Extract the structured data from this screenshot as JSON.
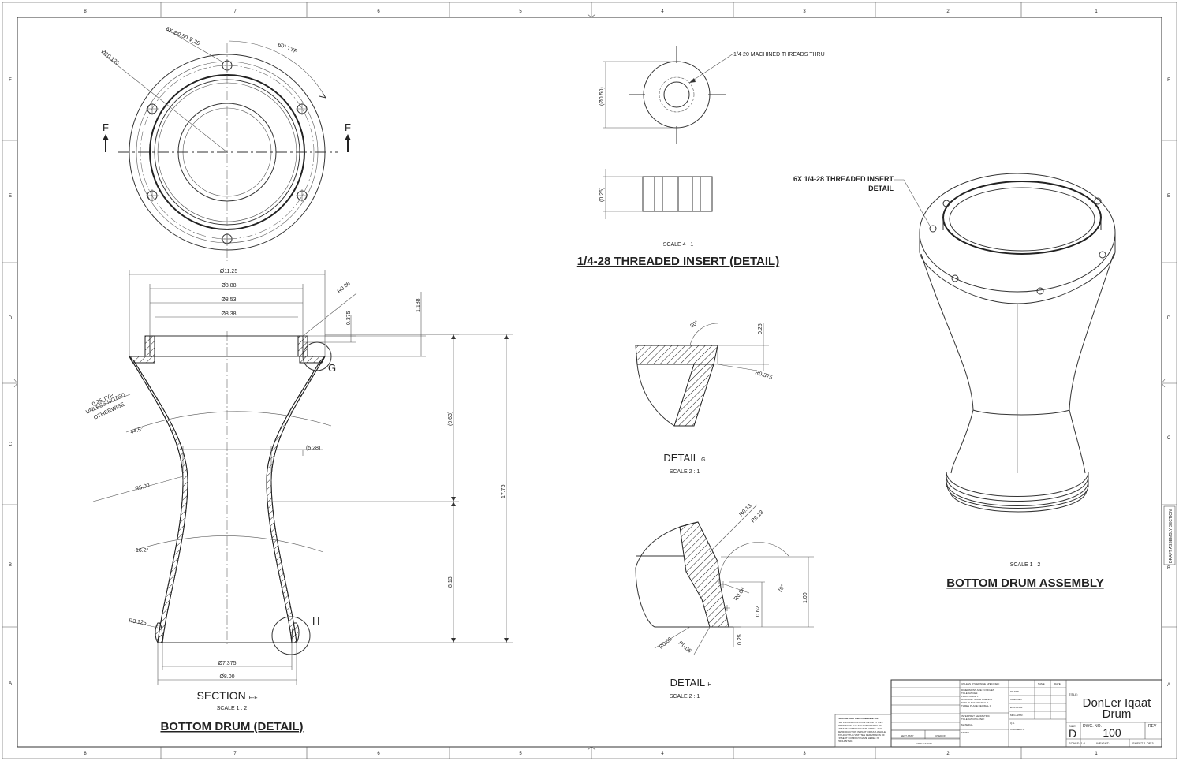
{
  "zones": {
    "top": [
      "8",
      "7",
      "6",
      "5",
      "4",
      "3",
      "2",
      "1"
    ],
    "side": [
      "F",
      "E",
      "D",
      "C",
      "B",
      "A"
    ]
  },
  "top_view": {
    "holes_note": "6X Ø0.50 ⊽.25",
    "outer_dia": "Ø10.125",
    "angle": "60° TYP",
    "section_letter": "F"
  },
  "section": {
    "dims": [
      "Ø11.25",
      "Ø8.88",
      "Ø8.53",
      "Ø8.38",
      "R0.06",
      "0.375",
      "1.188",
      "(9.63)",
      "17.75",
      "(5.28)",
      "8.13",
      "Ø7.375",
      "Ø8.00"
    ],
    "notes": [
      "0.25 TYP",
      "UNLESS NOTED",
      "OTHERWISE",
      "44.5°",
      "R5.00",
      "16.2°",
      "R3.125"
    ],
    "detail_g": "G",
    "detail_h": "H",
    "label": "SECTION",
    "label_suffix": "F-F",
    "scale": "SCALE 1 : 2",
    "title": "BOTTOM DRUM (DETAIL)"
  },
  "insert": {
    "thread_note": "1/4-20 MACHINED THREADS THRU",
    "dia": "(Ø0.50)",
    "height": "(0.25)",
    "scale": "SCALE 4 : 1",
    "title": "1/4-28 THREADED INSERT (DETAIL)"
  },
  "detail_g": {
    "dims": [
      "30°",
      "0.25",
      "R0.375"
    ],
    "label": "DETAIL",
    "letter": "G",
    "scale": "SCALE 2 : 1"
  },
  "detail_h": {
    "dims": [
      "R0.13",
      "R0.13",
      "70°",
      "R0.06",
      "0.62",
      "1.00",
      "0.25",
      "R0.06",
      "R0.06"
    ],
    "label": "DETAIL",
    "letter": "H",
    "scale": "SCALE 2 : 1"
  },
  "assembly": {
    "callout_1": "6X 1/4-28 THREADED INSERT",
    "callout_2": "DETAIL",
    "scale": "SCALE 1 : 2",
    "title": "BOTTOM DRUM ASSEMBLY"
  },
  "title_block": {
    "title": "DonLer Iqaat",
    "title_2": "Drum",
    "title_label": "TITLE:",
    "size_label": "SIZE",
    "size": "D",
    "dwg_label": "DWG. NO.",
    "dwg_no": "100",
    "rev_label": "REV",
    "scale": "SCALE: 1:4",
    "weight": "WEIGHT:",
    "sheet": "SHEET 1 OF 3",
    "name_col": "NAME",
    "date_col": "DATE",
    "rows": [
      "DRAWN",
      "CHECKED",
      "ENG APPR.",
      "MFG APPR.",
      "Q.A.",
      "COMMENTS:"
    ],
    "spec_notes": [
      "UNLESS OTHERWISE SPECIFIED:",
      "DIMENSIONS ARE IN INCHES",
      "TOLERANCES:",
      "FRACTIONAL ±",
      "ANGULAR: MACH ± BEND ±",
      "TWO PLACE DECIMAL ±",
      "THREE PLACE DECIMAL ±",
      "INTERPRET GEOMETRIC",
      "TOLERANCING PER:",
      "MATERIAL",
      "FINISH"
    ],
    "proprietary": [
      "PROPRIETARY AND CONFIDENTIAL",
      "THE INFORMATION CONTAINED IN THIS",
      "DRAWING IS THE SOLE PROPERTY OF",
      "<INSERT COMPANY NAME HERE>. ANY",
      "REPRODUCTION IN PART OR AS A WHOLE",
      "WITHOUT THE WRITTEN PERMISSION OF",
      "<INSERT COMPANY NAME HERE> IS",
      "PROHIBITED."
    ],
    "next_assy": "NEXT ASSY",
    "used_on": "USED ON",
    "application": "APPLICATION"
  },
  "side_tab": "DRAFT ASSEMBLY SECTION"
}
